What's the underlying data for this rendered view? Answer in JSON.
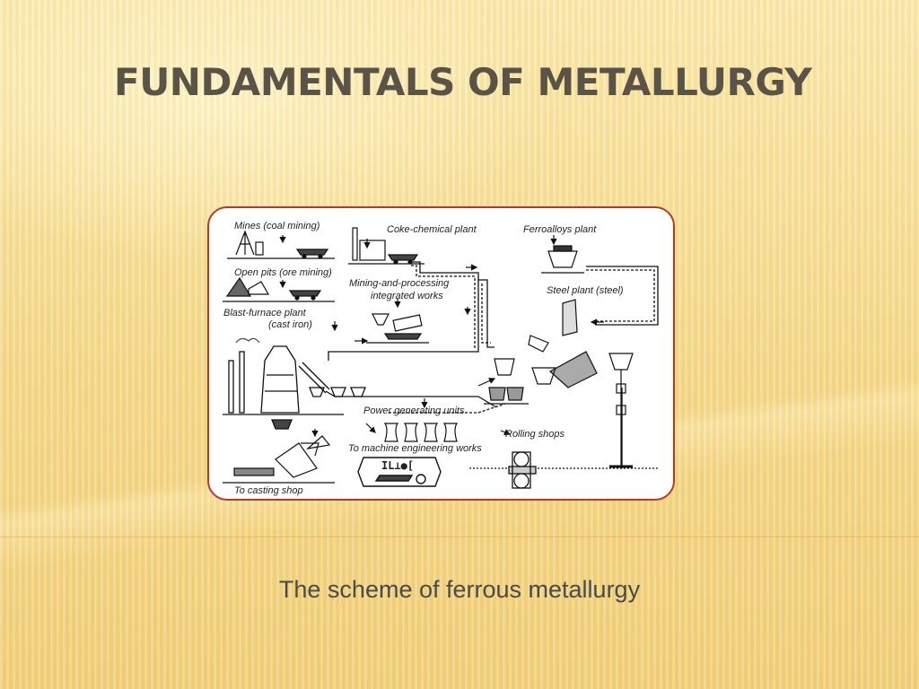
{
  "slide": {
    "title": "FUNDAMENTALS OF METALLURGY",
    "caption": "The scheme of ferrous metallurgy"
  },
  "diagram": {
    "labels": {
      "mines": "Mines  (coal mining)",
      "coke_chemical": "Coke-chemical plant",
      "ferroalloys": "Ferroalloys plant",
      "open_pits": "Open pits (ore mining)",
      "mining_processing_1": "Mining-and-processing",
      "mining_processing_2": "integrated works",
      "steel_plant": "Steel plant (steel)",
      "blast_furnace_1": "Blast-furnace plant",
      "blast_furnace_2": "(cast iron)",
      "power_units": "Power generating units",
      "to_machine": "To machine engineering works",
      "rolling_shops": "Rolling shops",
      "to_casting": "To casting shop",
      "rail_sign": "IL⊥●["
    }
  },
  "colors": {
    "frame_border": "#b23a2a",
    "title_text": "#5a5348",
    "caption_text": "#4a4a4a",
    "background": "#f6dd92"
  }
}
